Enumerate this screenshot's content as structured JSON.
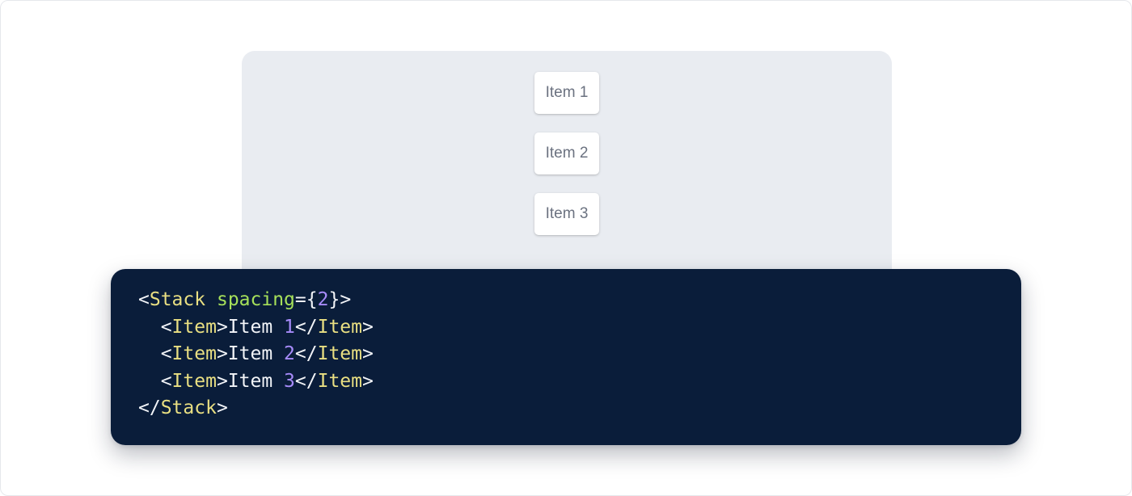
{
  "preview": {
    "items": [
      "Item 1",
      "Item 2",
      "Item 3"
    ]
  },
  "code": {
    "lines": [
      [
        {
          "t": "<",
          "k": "punct"
        },
        {
          "t": "Stack",
          "k": "tag"
        },
        {
          "t": " ",
          "k": "text"
        },
        {
          "t": "spacing",
          "k": "attr"
        },
        {
          "t": "={",
          "k": "punct"
        },
        {
          "t": "2",
          "k": "num"
        },
        {
          "t": "}>",
          "k": "punct"
        }
      ],
      [
        {
          "t": "  <",
          "k": "punct"
        },
        {
          "t": "Item",
          "k": "tag"
        },
        {
          "t": ">",
          "k": "punct"
        },
        {
          "t": "Item ",
          "k": "text"
        },
        {
          "t": "1",
          "k": "num"
        },
        {
          "t": "</",
          "k": "punct"
        },
        {
          "t": "Item",
          "k": "tag"
        },
        {
          "t": ">",
          "k": "punct"
        }
      ],
      [
        {
          "t": "  <",
          "k": "punct"
        },
        {
          "t": "Item",
          "k": "tag"
        },
        {
          "t": ">",
          "k": "punct"
        },
        {
          "t": "Item ",
          "k": "text"
        },
        {
          "t": "2",
          "k": "num"
        },
        {
          "t": "</",
          "k": "punct"
        },
        {
          "t": "Item",
          "k": "tag"
        },
        {
          "t": ">",
          "k": "punct"
        }
      ],
      [
        {
          "t": "  <",
          "k": "punct"
        },
        {
          "t": "Item",
          "k": "tag"
        },
        {
          "t": ">",
          "k": "punct"
        },
        {
          "t": "Item ",
          "k": "text"
        },
        {
          "t": "3",
          "k": "num"
        },
        {
          "t": "</",
          "k": "punct"
        },
        {
          "t": "Item",
          "k": "tag"
        },
        {
          "t": ">",
          "k": "punct"
        }
      ],
      [
        {
          "t": "</",
          "k": "punct"
        },
        {
          "t": "Stack",
          "k": "tag"
        },
        {
          "t": ">",
          "k": "punct"
        }
      ]
    ]
  },
  "colors": {
    "page_background": "#ffffff",
    "preview_background": "#e9ecf1",
    "item_background": "#ffffff",
    "item_text": "#6b7280",
    "code_background": "#0a1d3a",
    "syntax_punctuation": "#f2f4f8",
    "syntax_tag": "#e9df82",
    "syntax_attribute": "#a6e05a",
    "syntax_number": "#a78bfa"
  }
}
